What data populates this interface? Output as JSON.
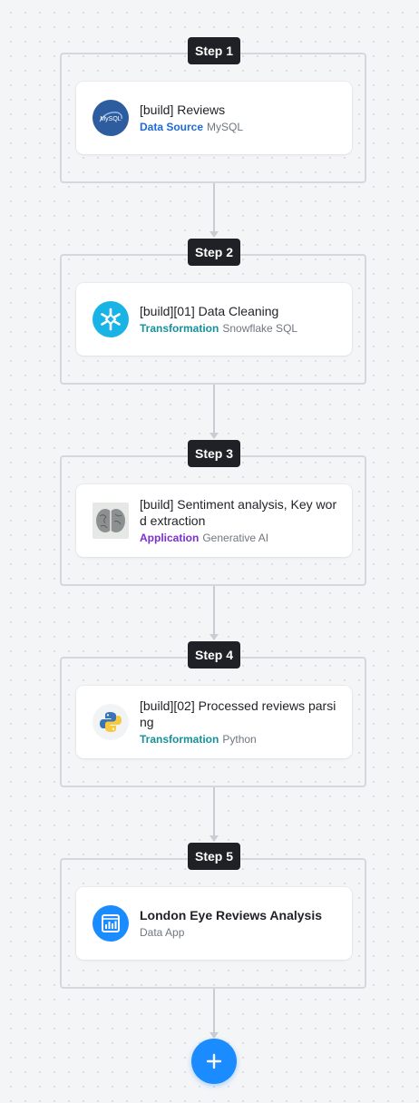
{
  "steps": [
    {
      "label": "Step 1",
      "title": "[build] Reviews",
      "type": "Data Source",
      "tech": "MySQL",
      "icon": "mysql-icon"
    },
    {
      "label": "Step 2",
      "title": "[build][01] Data Cleaning",
      "type": "Transformation",
      "tech": "Snowflake SQL",
      "icon": "snowflake-icon"
    },
    {
      "label": "Step 3",
      "title": "[build] Sentiment analysis, Key word extraction",
      "type": "Application",
      "tech": "Generative AI",
      "icon": "brain-icon"
    },
    {
      "label": "Step 4",
      "title": "[build][02] Processed reviews parsing",
      "type": "Transformation",
      "tech": "Python",
      "icon": "python-icon"
    },
    {
      "label": "Step 5",
      "title": "London Eye Reviews Analysis",
      "type": "",
      "tech": "Data App",
      "icon": "data-app-icon"
    }
  ],
  "add_button": {
    "icon": "plus-icon"
  },
  "colors": {
    "step_label_bg": "#1f2126",
    "data_source": "#1e6bd6",
    "transformation": "#15919b",
    "application": "#7b2fd0",
    "add_button": "#1a8cff"
  }
}
